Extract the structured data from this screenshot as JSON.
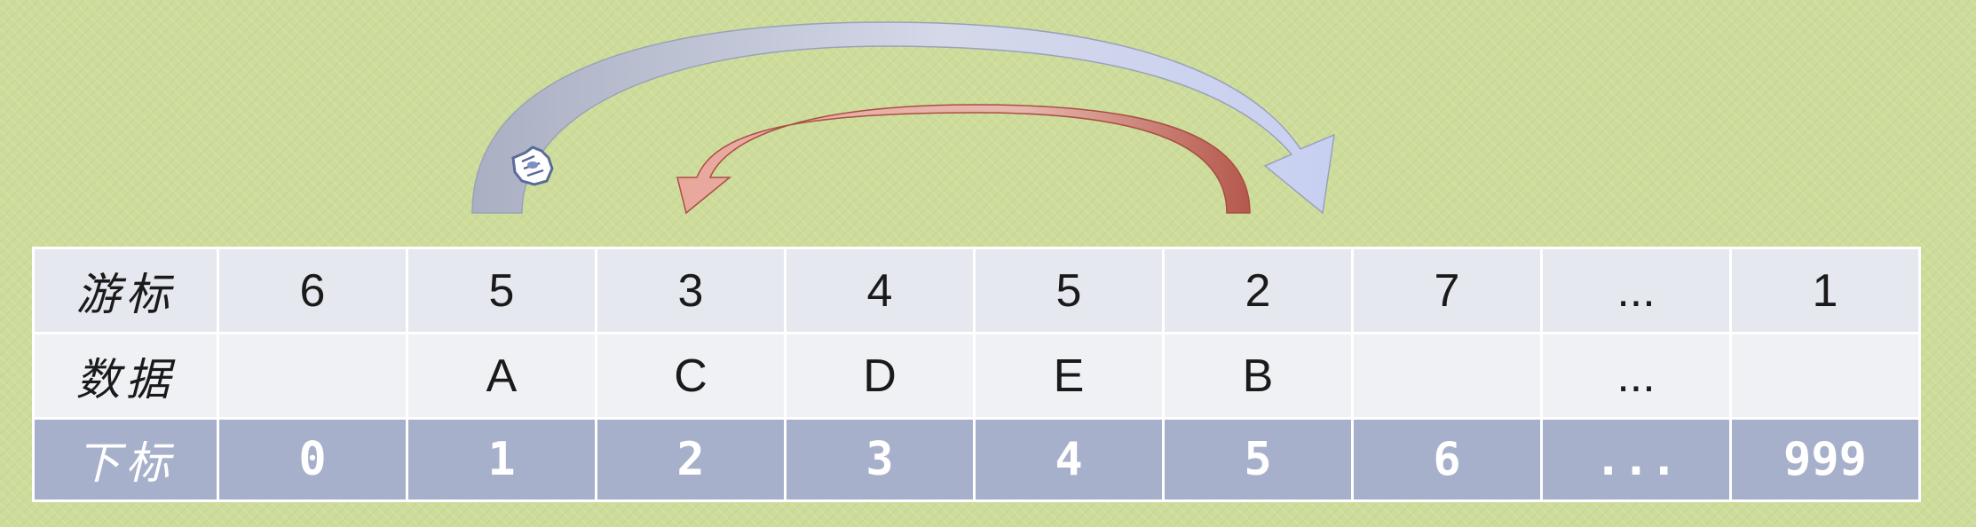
{
  "rows": [
    {
      "label": "游标",
      "cells": [
        "6",
        "5",
        "3",
        "4",
        "5",
        "2",
        "7",
        "...",
        "1"
      ]
    },
    {
      "label": "数据",
      "cells": [
        "",
        "A",
        "C",
        "D",
        "E",
        "B",
        "",
        "...",
        ""
      ]
    },
    {
      "label": "下标",
      "cells": [
        "0",
        "1",
        "2",
        "3",
        "4",
        "5",
        "6",
        "...",
        "999"
      ]
    }
  ],
  "colors": {
    "background": "#cddc9a",
    "header_row": "#a7b0cb",
    "gray_arrow": "#bcc3de",
    "red_arrow": "#c9756a"
  },
  "icons": [
    "hand-pointer-icon"
  ]
}
